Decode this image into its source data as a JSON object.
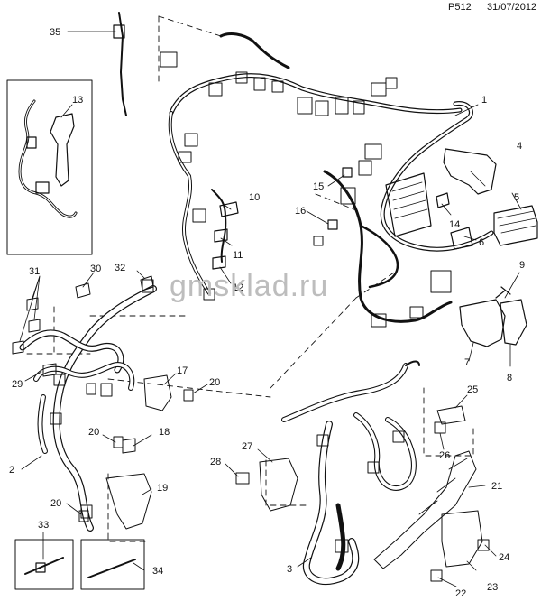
{
  "header": {
    "code": "P512",
    "date": "31/07/2012"
  },
  "watermark": "gmsklad.ru",
  "callouts": [
    "1",
    "2",
    "3",
    "4",
    "5",
    "6",
    "7",
    "8",
    "9",
    "10",
    "11",
    "12",
    "13",
    "14",
    "15",
    "16",
    "17",
    "18",
    "19",
    "20",
    "21",
    "22",
    "23",
    "24",
    "25",
    "26",
    "27",
    "28",
    "29",
    "30",
    "31",
    "32",
    "33",
    "34",
    "35"
  ],
  "colors": {
    "ink": "#111111",
    "watermark": "#bdbdbd",
    "background": "#ffffff"
  }
}
